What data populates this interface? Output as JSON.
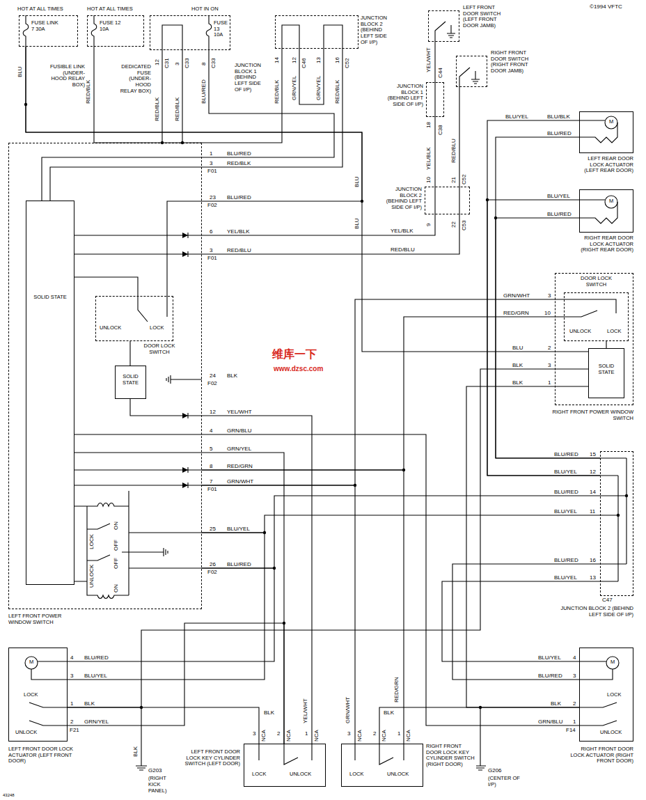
{
  "diagram": {
    "nodes": [
      {
        "text": [
          "HOT AT ALL TIMES",
          "FUSE LINK 7 30A",
          "FUSIBLE LINK (UNDER-HOOD RELAY BOX)"
        ]
      },
      {
        "text": [
          "HOT AT ALL TIMES",
          "FUSE 12 10A",
          "DEDICATED FUSE (UNDER-HOOD RELAY BOX)"
        ]
      },
      {
        "text": [
          "HOT IN ON",
          "FUSE 13 10A",
          "JUNCTION BLOCK 1 (BEHIND LEFT SIDE OF I/P)"
        ]
      },
      {
        "text": [
          "JUNCTION BLOCK 2 (BEHIND LEFT SIDE OF I/P)"
        ]
      },
      {
        "text": [
          "LEFT FRONT DOOR SWITCH (LEFT FRONT DOOR JAMB)"
        ]
      },
      {
        "text": [
          "RIGHT FRONT DOOR SWITCH (RIGHT FRONT DOOR JAMB)"
        ]
      },
      {
        "text": [
          "JUNCTION BLOCK 1 (BEHIND LEFT SIDE OF I/P)"
        ]
      },
      {
        "text": [
          "JUNCTION BLOCK 2 (BEHIND LEFT SIDE OF I/P)"
        ]
      },
      {
        "text": [
          "M",
          "LEFT REAR DOOR LOCK ACTUATOR (LEFT REAR DOOR)"
        ]
      },
      {
        "text": [
          "M",
          "RIGHT REAR DOOR LOCK ACTUATOR (RIGHT REAR DOOR)"
        ]
      },
      {
        "text": [
          "LEFT FRONT POWER WINDOW SWITCH"
        ]
      },
      {
        "text": [
          "SOLID STATE"
        ],
        "in": 10
      },
      {
        "text": [
          "UNLOCK",
          "LOCK",
          "DOOR LOCK SWITCH"
        ],
        "in": 10
      },
      {
        "text": [
          "SOLID STATE"
        ],
        "in": 10
      },
      {
        "text": [
          "RIGHT FRONT POWER WINDOW SWITCH"
        ]
      },
      {
        "text": [
          "DOOR LOCK SWITCH",
          "UNLOCK",
          "LOCK"
        ],
        "in": 14
      },
      {
        "text": [
          "SOLID STATE"
        ],
        "in": 14
      },
      {
        "text": [
          "JUNCTION BLOCK 2 (BEHIND LEFT SIDE OF I/P)"
        ]
      },
      {
        "text": [
          "M",
          "LOCK",
          "UNLOCK",
          "LEFT FRONT DOOR LOCK ACTUATOR (LEFT FRONT DOOR)"
        ]
      },
      {
        "text": [
          "LOCK",
          "UNLOCK",
          "LEFT FRONT DOOR LOCK KEY CYLINDER SWITCH (LEFT DOOR)"
        ]
      },
      {
        "text": [
          "LOCK",
          "UNLOCK",
          "RIGHT FRONT DOOR LOCK KEY CYLINDER SWITCH (RIGHT DOOR)"
        ]
      },
      {
        "text": [
          "M",
          "LOCK",
          "UNLOCK",
          "RIGHT FRONT DOOR LOCK ACTUATOR (RIGHT FRONT DOOR)"
        ]
      }
    ],
    "edges": [
      {
        "from": 0,
        "to": 10,
        "arrow": "none"
      },
      {
        "from": 0,
        "to": 14,
        "arrow": "none"
      },
      {
        "from": 1,
        "to": 3,
        "arrow": "none"
      },
      {
        "from": 2,
        "to": 10,
        "arrow": "none"
      },
      {
        "from": 3,
        "to": 10,
        "arrow": "none"
      },
      {
        "from": 4,
        "to": 6,
        "arrow": "none"
      },
      {
        "from": 6,
        "to": 7,
        "arrow": "none"
      },
      {
        "from": 7,
        "to": 10,
        "arrow": "none"
      },
      {
        "from": 5,
        "to": 7,
        "arrow": "none"
      },
      {
        "from": 7,
        "to": 10,
        "arrow": "none"
      },
      {
        "from": 8,
        "to": 17,
        "arrow": "none"
      },
      {
        "from": 8,
        "to": 17,
        "arrow": "none"
      },
      {
        "from": 9,
        "to": 17,
        "arrow": "none"
      },
      {
        "from": 9,
        "to": 17,
        "arrow": "none"
      },
      {
        "from": 10,
        "to": 19,
        "arrow": "none"
      },
      {
        "from": 10,
        "to": 21,
        "arrow": "none"
      },
      {
        "from": 10,
        "to": 19,
        "arrow": "none"
      },
      {
        "from": 10,
        "to": 20,
        "arrow": "none"
      },
      {
        "from": 10,
        "to": 14,
        "arrow": "none"
      },
      {
        "from": 10,
        "to": 20,
        "arrow": "none"
      },
      {
        "from": 10,
        "to": 14,
        "arrow": "none"
      },
      {
        "from": 10,
        "to": 18,
        "arrow": "none"
      },
      {
        "from": 10,
        "to": 17,
        "arrow": "none"
      },
      {
        "from": 10,
        "to": 18,
        "arrow": "none"
      },
      {
        "from": 10,
        "to": 17,
        "arrow": "none"
      },
      {
        "from": 17,
        "to": 21,
        "arrow": "none"
      },
      {
        "from": 17,
        "to": 21,
        "arrow": "none"
      },
      {
        "from": 14,
        "to": 21,
        "arrow": "none"
      },
      {
        "from": 14,
        "to": 18,
        "arrow": "none"
      },
      {
        "from": 18,
        "to": 19,
        "arrow": "none"
      },
      {
        "from": 21,
        "to": 20,
        "arrow": "none"
      },
      {
        "from": 18,
        "to": 19,
        "arrow": "none"
      }
    ],
    "labels": [
      "BLU",
      "RED/BLK",
      "12",
      "C31",
      "RED/BLK",
      "3",
      "C33",
      "RED/BLK",
      "8",
      "C33",
      "BLU/RED",
      "14",
      "RED/BLK",
      "12",
      "C46",
      "GRN/YEL",
      "13",
      "GRN/YEL",
      "16",
      "C52",
      "RED/BLK",
      "BLU",
      "BLU",
      "YEL/WHT",
      "C44",
      "18",
      "C38",
      "YEL/BLK",
      "10",
      "RED/BLU",
      "21",
      "C52",
      "9",
      "22",
      "C53",
      "YEL/BLK",
      "RED/BLU",
      "1",
      "BLU/RED",
      "3",
      "RED/BLK",
      "F01",
      "23",
      "BLU/RED",
      "F02",
      "6",
      "YEL/BLK",
      "3",
      "RED/BLU",
      "F01",
      "24",
      "BLK",
      "F02",
      "12",
      "YEL/WHT",
      "4",
      "GRN/BLU",
      "5",
      "GRN/YEL",
      "8",
      "RED/GRN",
      "7",
      "GRN/WHT",
      "F01",
      "25",
      "BLU/YEL",
      "26",
      "BLU/RED",
      "F02",
      "LOCK",
      "UNLOCK",
      "ON",
      "OFF",
      "OFF",
      "ON",
      "BLU/YEL",
      "BLU/BLK",
      "BLU/RED",
      "BLU/YEL",
      "BLU/RED",
      "GRN/WHT",
      "3",
      "RED/GRN",
      "10",
      "BLU",
      "2",
      "BLK",
      "3",
      "BLK",
      "1",
      "BLU/RED",
      "15",
      "BLU/YEL",
      "12",
      "BLU/RED",
      "14",
      "BLU/YEL",
      "11",
      "BLU/RED",
      "16",
      "BLU/YEL",
      "13",
      "C47",
      "4",
      "BLU/RED",
      "3",
      "BLU/YEL",
      "1",
      "BLK",
      "2",
      "GRN/YEL",
      "F21",
      "BLU/YEL",
      "4",
      "BLU/RED",
      "3",
      "BLK",
      "2",
      "GRN/BLU",
      "1",
      "F14",
      "BLK",
      "3",
      "NCA",
      "2",
      "NCA",
      "YEL/WHT",
      "1",
      "NCA",
      "GRN/WHT",
      "3",
      "NCA",
      "BLK",
      "2",
      "NCA",
      "RED/GRN",
      "1",
      "NCA",
      "BLK",
      "G203",
      "(RIGHT KICK PANEL)",
      "G206",
      "(CENTER OF I/P)",
      "©1994 VFTC",
      "43248",
      "维库一下",
      "www.dzsc.com"
    ]
  }
}
